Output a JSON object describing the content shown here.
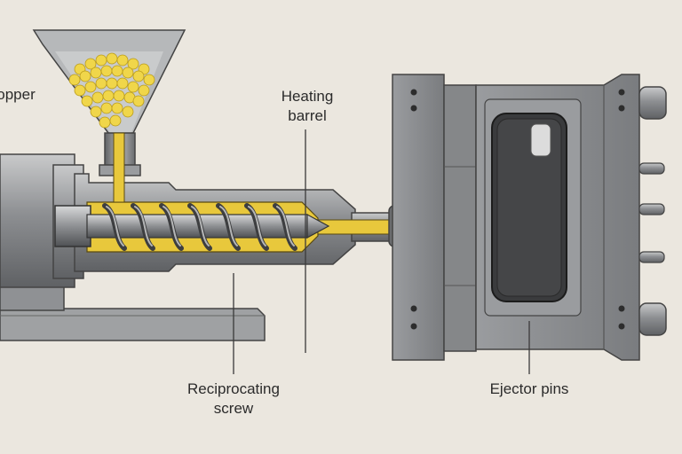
{
  "labels": {
    "hopper": "Hopper",
    "heating_barrel_line1": "Heating",
    "heating_barrel_line2": "barrel",
    "screw_line1": "Reciprocating",
    "screw_line2": "screw",
    "ejector_pins": "Ejector pins"
  },
  "colors": {
    "background": "#ebe7df",
    "steel_dark": "#6f7174",
    "steel_mid": "#9a9c9f",
    "steel_light": "#c9cacb",
    "plastic_yellow": "#e8c83c",
    "mold_body": "#8a8c8f",
    "cavity": "#3a3b3d"
  },
  "components": [
    "hopper",
    "heating-barrel",
    "reciprocating-screw",
    "nozzle",
    "mold",
    "part-cavity",
    "ejector-pins",
    "machine-base"
  ]
}
